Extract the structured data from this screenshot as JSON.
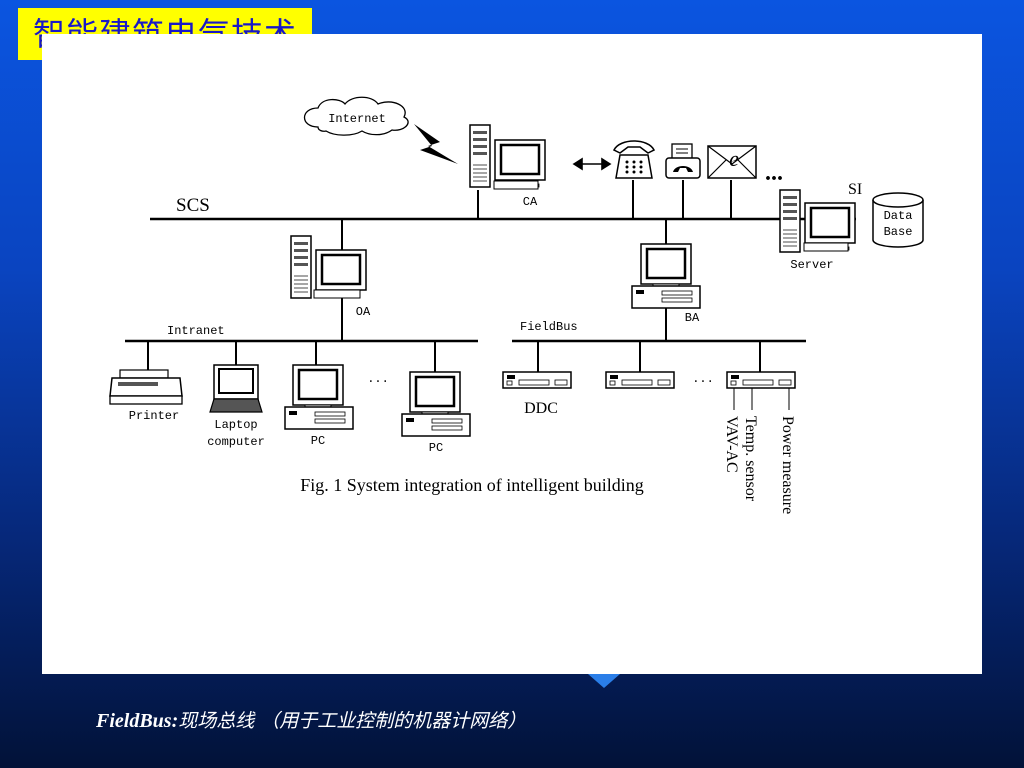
{
  "slide": {
    "title": "智能建筑电气技术",
    "footer_term": "FieldBus:",
    "footer_desc": "现场总线 （用于工业控制的机器计网络）"
  },
  "diagram": {
    "internet": "Internet",
    "ca": "CA",
    "scs": "SCS",
    "si": "SI",
    "server": "Server",
    "db_line1": "Data",
    "db_line2": "Base",
    "oa": "OA",
    "ba": "BA",
    "intranet": "Intranet",
    "fieldbus": "FieldBus",
    "printer": "Printer",
    "laptop_line1": "Laptop",
    "laptop_line2": "computer",
    "pc1": "PC",
    "pc2": "PC",
    "ellipsis_intranet": "...",
    "ellipsis_fieldbus": "...",
    "ellipsis_comm": "...",
    "ddc": "DDC",
    "vav": "VAV-AC",
    "temp": "Temp. sensor",
    "power": "Power measure",
    "mail_symbol": "e",
    "caption": "Fig. 1 System integration of intelligent building"
  }
}
